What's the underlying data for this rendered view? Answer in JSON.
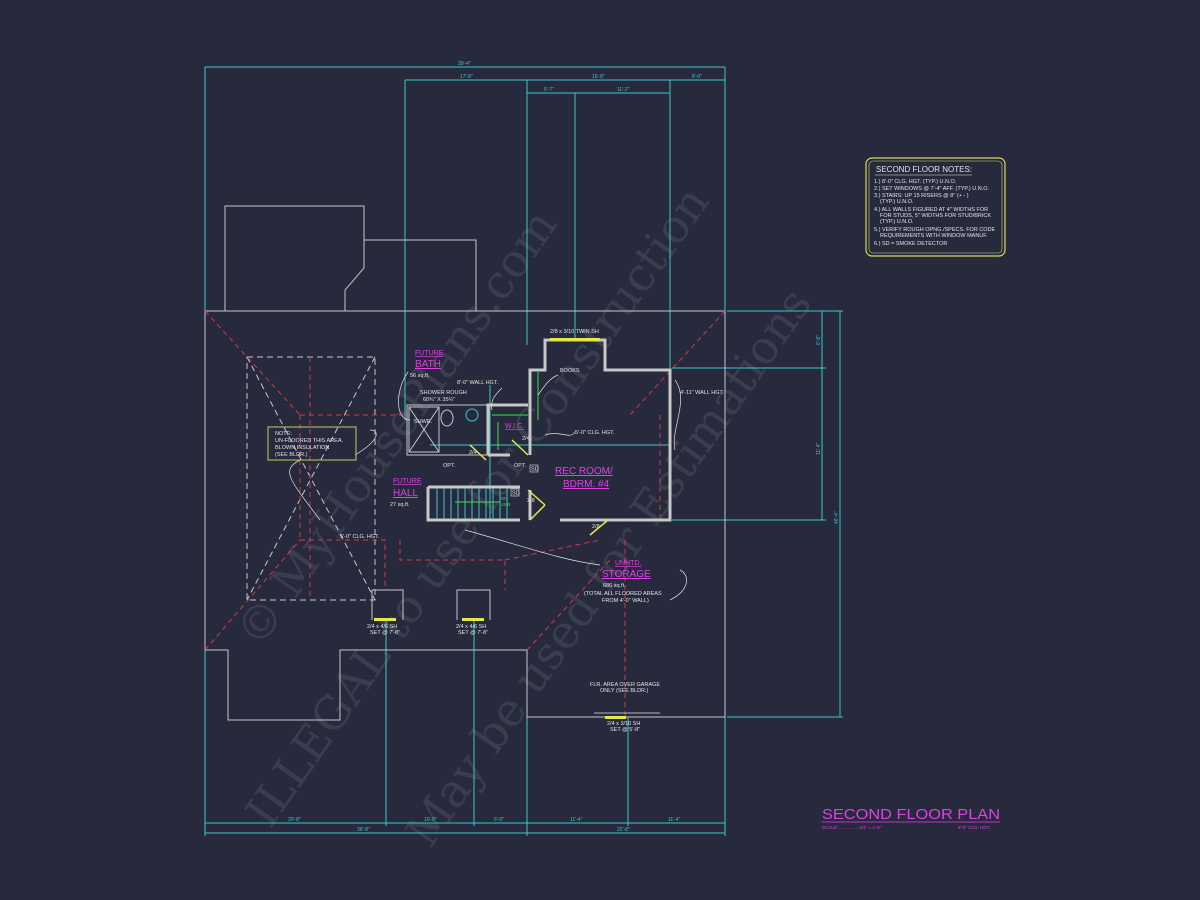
{
  "title": "SECOND FLOOR PLAN",
  "scale_label": "SCALE: ............... 1/4\" = 1'-0\"",
  "ceiling_label": "8'-0\" CLG. HGT.",
  "notes": {
    "heading": "SECOND FLOOR NOTES:",
    "lines": [
      "1.) 8'-0\" CLG. HGT. (TYP.) U.N.O.",
      "2.) SET WINDOWS @ 7'-4\" AFF. (TYP.) U.N.O.",
      "3.) STAIRS: UP 15 RISERS @ 8\" (+ - )",
      "    (TYP.) U.N.O.",
      "4.) ALL WALLS FIGURED AT 4\" WIDTHS FOR",
      "    FOR STUDS, 5\" WIDTHS FOR STUD/BRICK",
      "    (TYP.) U.N.O.",
      "5.) VERIFY ROUGH OPNG./SPECS. FOR CODE",
      "    REQUIREMENTS WITH WINDOW MANUF.",
      "6.) SD = SMOKE DETECTOR"
    ]
  },
  "dimensions": {
    "top": [
      "39'-4\"",
      "17'-8\"",
      "16'-8\"",
      "8'-0\"",
      "5'-7\"",
      "11'-2\""
    ],
    "bottom": [
      "20'-8\"",
      "10'-8\"",
      "6'-0\"",
      "11'-4\"",
      "11'-4\"",
      "36'-8\"",
      "22'-8\""
    ],
    "right": [
      "6'-8\"",
      "11'-4\"",
      "46'-4\""
    ]
  },
  "rooms": {
    "bath": {
      "line1": "FUTURE",
      "line2": "BATH",
      "area": "56 sq.ft."
    },
    "hall": {
      "line1": "FUTURE",
      "line2": "HALL",
      "area": "27 sq.ft."
    },
    "rec": {
      "line1": "REC ROOM/",
      "line2": "BDRM. #4"
    },
    "wic": "W.I.C.",
    "storage": {
      "line1": "UNHTD.",
      "line2": "STORAGE",
      "area": "686 sq.ft.",
      "note1": "(TOTAL ALL FLOORED AREAS",
      "note2": "FROM 4'-0\" WALL)"
    }
  },
  "labels": {
    "shower_rough1": "SHOWER ROUGH",
    "shower_rough2": "60¾\" X 35¼\"",
    "wall_hgt_8": "8'-0\" WALL HGT.",
    "books": "BOOKS",
    "clg_5": "5'-0\" CLG. HGT.",
    "wall_hgt_4": "4'-11\" WALL HGT.",
    "clg_5_left": "5'-0\" CLG. HGT.",
    "shwr": "SHWR.",
    "door_24a": "2/4",
    "door_24b": "2/4",
    "door_28a": "2/8",
    "door_28b": "2/8",
    "sd1": "SD",
    "sd2": "SD",
    "opt1": "OPT.",
    "opt2": "OPT.",
    "dn": "DN",
    "dn_r": "15 R",
    "note_title": "NOTE:",
    "note1": "UN-FLOORED THIS AREA.",
    "note2": "BLOWN INSULATION",
    "note3": "(SEE BLDR.)",
    "win_top": "2/8 x 3/10 TWIN SH",
    "win_l1": "2/4 x 4/6 SH",
    "win_l2": "SET @ 7'-8\"",
    "win_m1": "2/4 x 4/6 SH",
    "win_m2": "SET @ 7'-8\"",
    "win_b1": "2/4 x 3/10 SH",
    "win_b2": "SET @ 5'-8\"",
    "garage1": "FLR. AREA OVER GARAGE",
    "garage2": "ONLY (SEE BLDR.)"
  },
  "watermarks": [
    "© MyHousePlans.com",
    "ILLEGAL to use for Construction",
    "May be used for Estimations"
  ],
  "colors": {
    "background": "#262a3c",
    "dimension": "#3ec6cc",
    "wall": "#c8c8c8",
    "roof": "#d23a4a",
    "room_title": "#e040e6",
    "window": "#e4e84a",
    "notes_border": "#d8d860"
  }
}
